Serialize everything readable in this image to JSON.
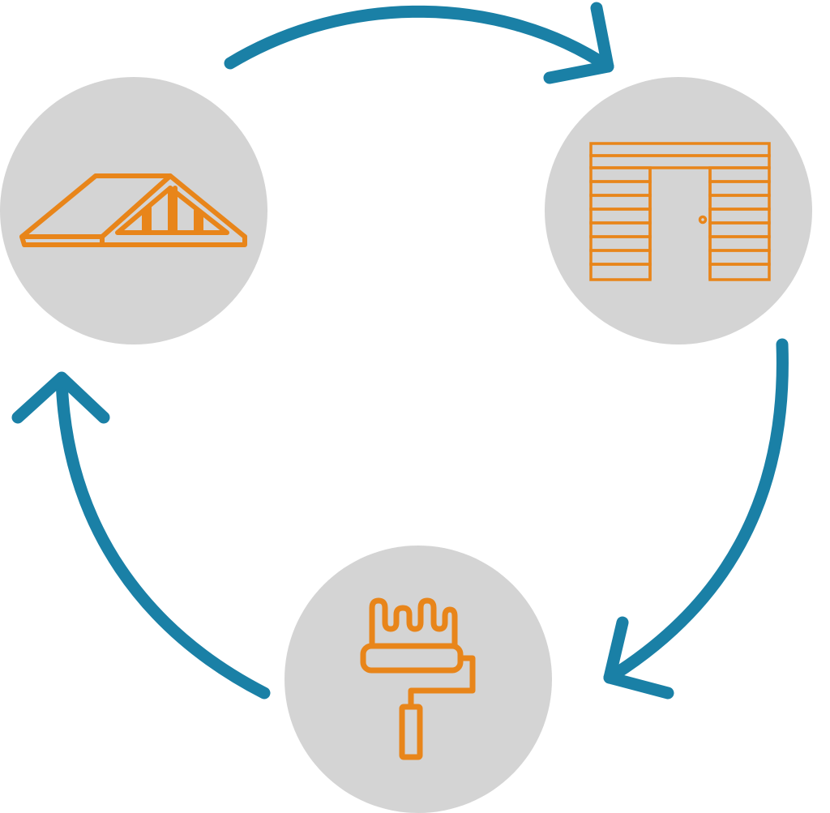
{
  "diagram": {
    "type": "cycle",
    "colors": {
      "arrow": "#1a80a6",
      "node_fill": "#d4d4d4",
      "icon": "#e8851a",
      "background": "#ffffff"
    },
    "nodes": [
      {
        "id": "roof",
        "icon": "roof-truss-icon"
      },
      {
        "id": "walls",
        "icon": "wall-with-door-icon"
      },
      {
        "id": "paint",
        "icon": "paint-roller-icon"
      }
    ],
    "arrows": [
      {
        "from": "roof",
        "to": "walls"
      },
      {
        "from": "walls",
        "to": "paint"
      },
      {
        "from": "paint",
        "to": "roof"
      }
    ]
  }
}
